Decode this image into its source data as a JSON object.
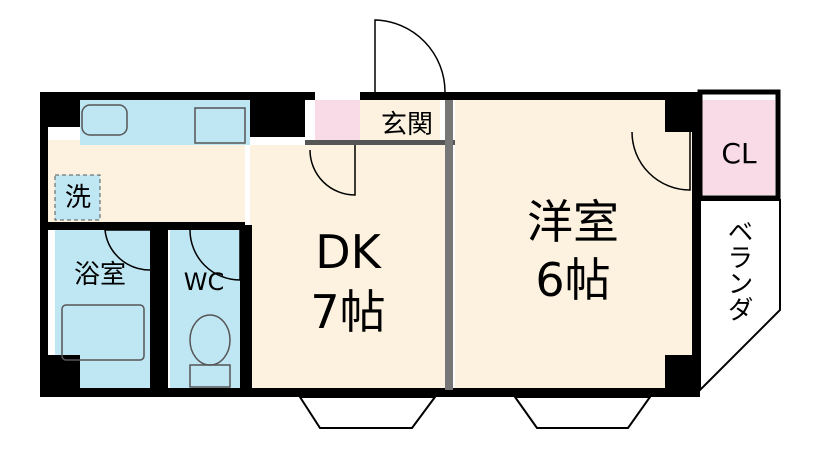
{
  "rooms": {
    "entrance": "玄関",
    "dk_name": "DK",
    "dk_size": "7帖",
    "western_name": "洋室",
    "western_size": "6帖",
    "closet": "CL",
    "washer": "洗",
    "bath": "浴室",
    "toilet": "WC",
    "balcony": "ベランダ"
  },
  "colors": {
    "floor": "#fcf2df",
    "wet_area": "#bfe6f3",
    "closet": "#f9dbe7",
    "wall": "#000000",
    "balcony": "#ffffff"
  }
}
